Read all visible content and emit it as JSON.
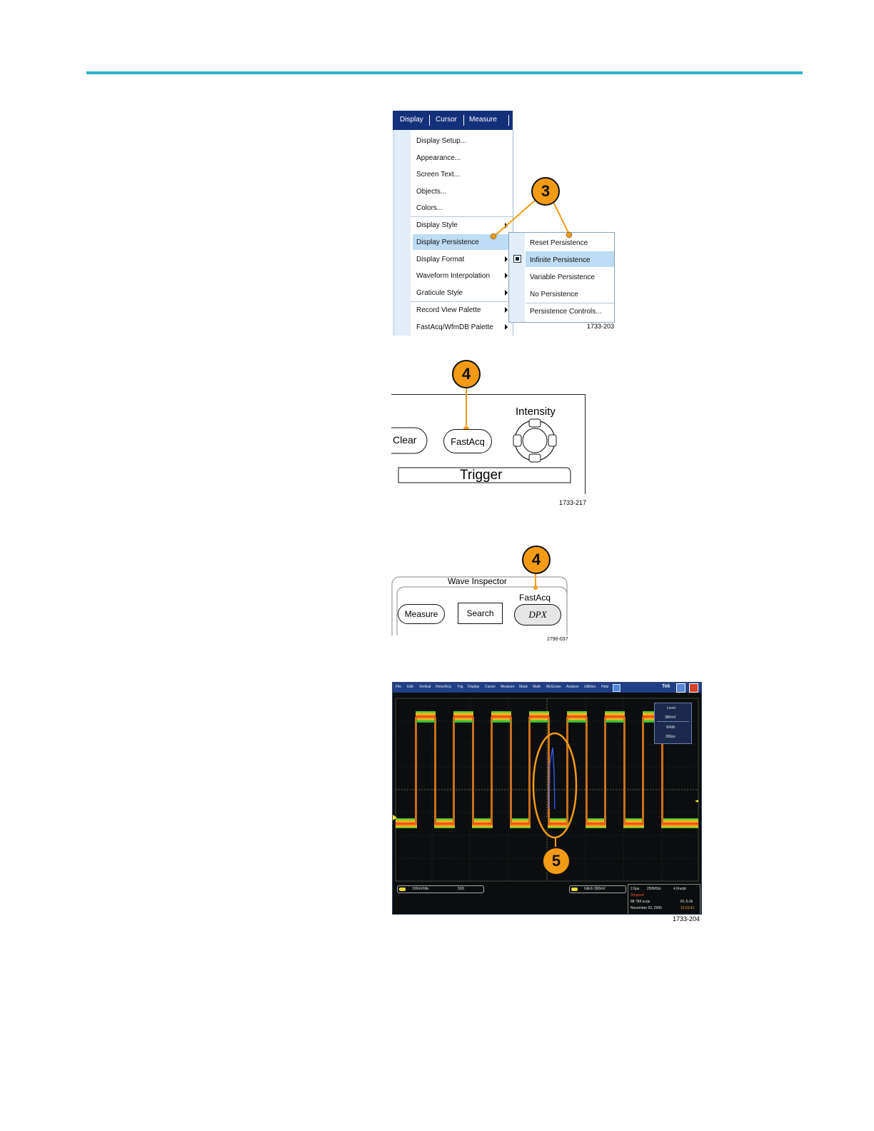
{
  "menu": {
    "bar": [
      "Display",
      "Cursor",
      "Measure"
    ],
    "items": [
      "Display Setup...",
      "Appearance...",
      "Screen Text...",
      "Objects...",
      "Colors...",
      "Display Style",
      "Display Persistence",
      "Display Format",
      "Waveform Interpolation",
      "Graticule Style",
      "Record View Palette",
      "FastAcq/WfmDB Palette"
    ],
    "submenu": [
      "Reset Persistence",
      "Infinite Persistence",
      "Variable Persistence",
      "No Persistence",
      "Persistence Controls..."
    ]
  },
  "callouts": {
    "c3": "3",
    "c4a": "4",
    "c4b": "4",
    "c5": "5"
  },
  "figure_ids": {
    "fig1": "1733-203",
    "fig2": "1733-217",
    "fig3": "2790-037",
    "fig4": "1733-204"
  },
  "panel": {
    "clear": "Clear",
    "fastacq": "FastAcq",
    "intensity": "Intensity",
    "trigger": "Trigger"
  },
  "wave_inspector": {
    "title": "Wave Inspector",
    "measure": "Measure",
    "search": "Search",
    "fastacq_label": "FastAcq",
    "dpx": "DPX"
  },
  "scope": {
    "menubar": [
      "File",
      "Edit",
      "Vertical",
      "Horiz/Acq",
      "Trig",
      "Display",
      "Cursor",
      "Measure",
      "Mask",
      "Math",
      "MyScope",
      "Analyze",
      "Utilities",
      "Help"
    ],
    "brand": "Tek",
    "trigger_box": {
      "level_label": "Level",
      "level_value": "380mV",
      "width_label": "Width",
      "width_value": "300ps"
    },
    "ch1_scale": "100mV/div",
    "ch1_impedance": "50Ω",
    "trig_readout": "Glitch  380mV",
    "horiz_scale": "2.0µs",
    "sample_rate": "250MS/s",
    "position": "4.0ns/pt",
    "state": "Stopped",
    "acqs": "88 784 acqs",
    "record_length": "RL:5.0k",
    "date": "November 02, 2005",
    "time": "15:53:41"
  },
  "colors": {
    "accent": "#2bb3cc",
    "callout": "#f49b16",
    "menubar": "#13317a",
    "highlight": "#bddcf5"
  }
}
